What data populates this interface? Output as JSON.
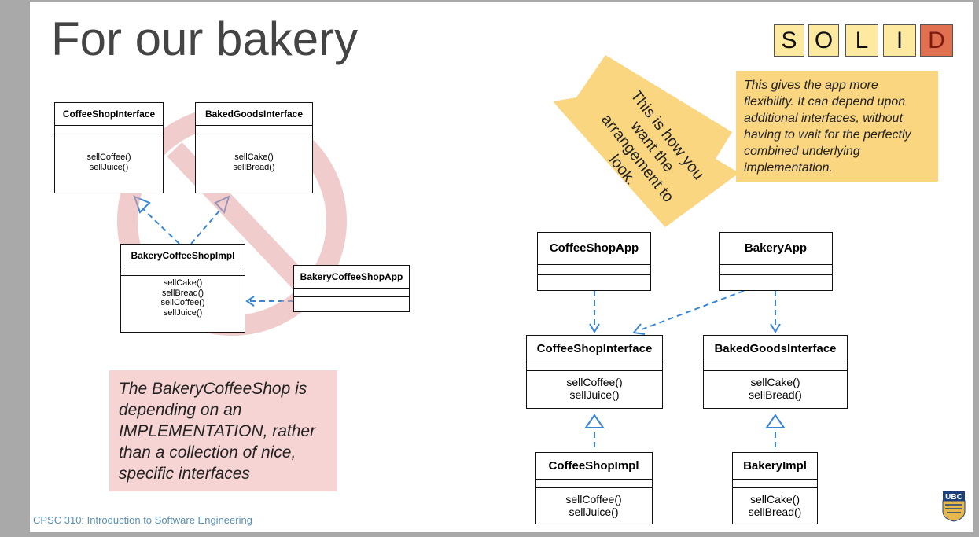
{
  "slide": {
    "title": "For our bakery",
    "footer": "CPSC 310: Introduction to Software Engineering",
    "solid": [
      {
        "letter": "S",
        "active": false
      },
      {
        "letter": "O",
        "active": false
      },
      {
        "letter": "L",
        "active": false
      },
      {
        "letter": "I",
        "active": false
      },
      {
        "letter": "D",
        "active": true
      }
    ],
    "colors": {
      "arrow_blue": "#3a86d6",
      "prohibited_red": "#e6a3a3",
      "note_red": "#f6d4d4",
      "note_yellow": "#fad680",
      "solid_yellow": "#fde9a0",
      "solid_active": "#e07050"
    }
  },
  "bad_design": {
    "coffee_shop_interface": {
      "name": "CoffeeShopInterface",
      "ops": [
        "sellCoffee()",
        "sellJuice()"
      ]
    },
    "baked_goods_interface": {
      "name": "BakedGoodsInterface",
      "ops": [
        "sellCake()",
        "sellBread()"
      ]
    },
    "impl": {
      "name": "BakeryCoffeeShopImpl",
      "ops": [
        "sellCake()",
        "sellBread()",
        "sellCoffee()",
        "sellJuice()"
      ]
    },
    "app": {
      "name": "BakeryCoffeeShopApp"
    },
    "note": "The BakeryCoffeeShop is depending on an IMPLEMENTATION, rather than a collection of nice, specific interfaces"
  },
  "good_design": {
    "arrow_text": "This is how you want the arrangement to look.",
    "note": "This gives the app more flexibility. It can depend upon additional interfaces, without having to wait for the perfectly combined underlying implementation.",
    "coffee_shop_app": {
      "name": "CoffeeShopApp"
    },
    "bakery_app": {
      "name": "BakeryApp"
    },
    "coffee_shop_interface": {
      "name": "CoffeeShopInterface",
      "ops": [
        "sellCoffee()",
        "sellJuice()"
      ]
    },
    "baked_goods_interface": {
      "name": "BakedGoodsInterface",
      "ops": [
        "sellCake()",
        "sellBread()"
      ]
    },
    "coffee_shop_impl": {
      "name": "CoffeeShopImpl",
      "ops": [
        "sellCoffee()",
        "sellJuice()"
      ]
    },
    "bakery_impl": {
      "name": "BakeryImpl",
      "ops": [
        "sellCake()",
        "sellBread()"
      ]
    }
  },
  "logo": {
    "name": "ubc-crest-icon",
    "text": "UBC"
  }
}
